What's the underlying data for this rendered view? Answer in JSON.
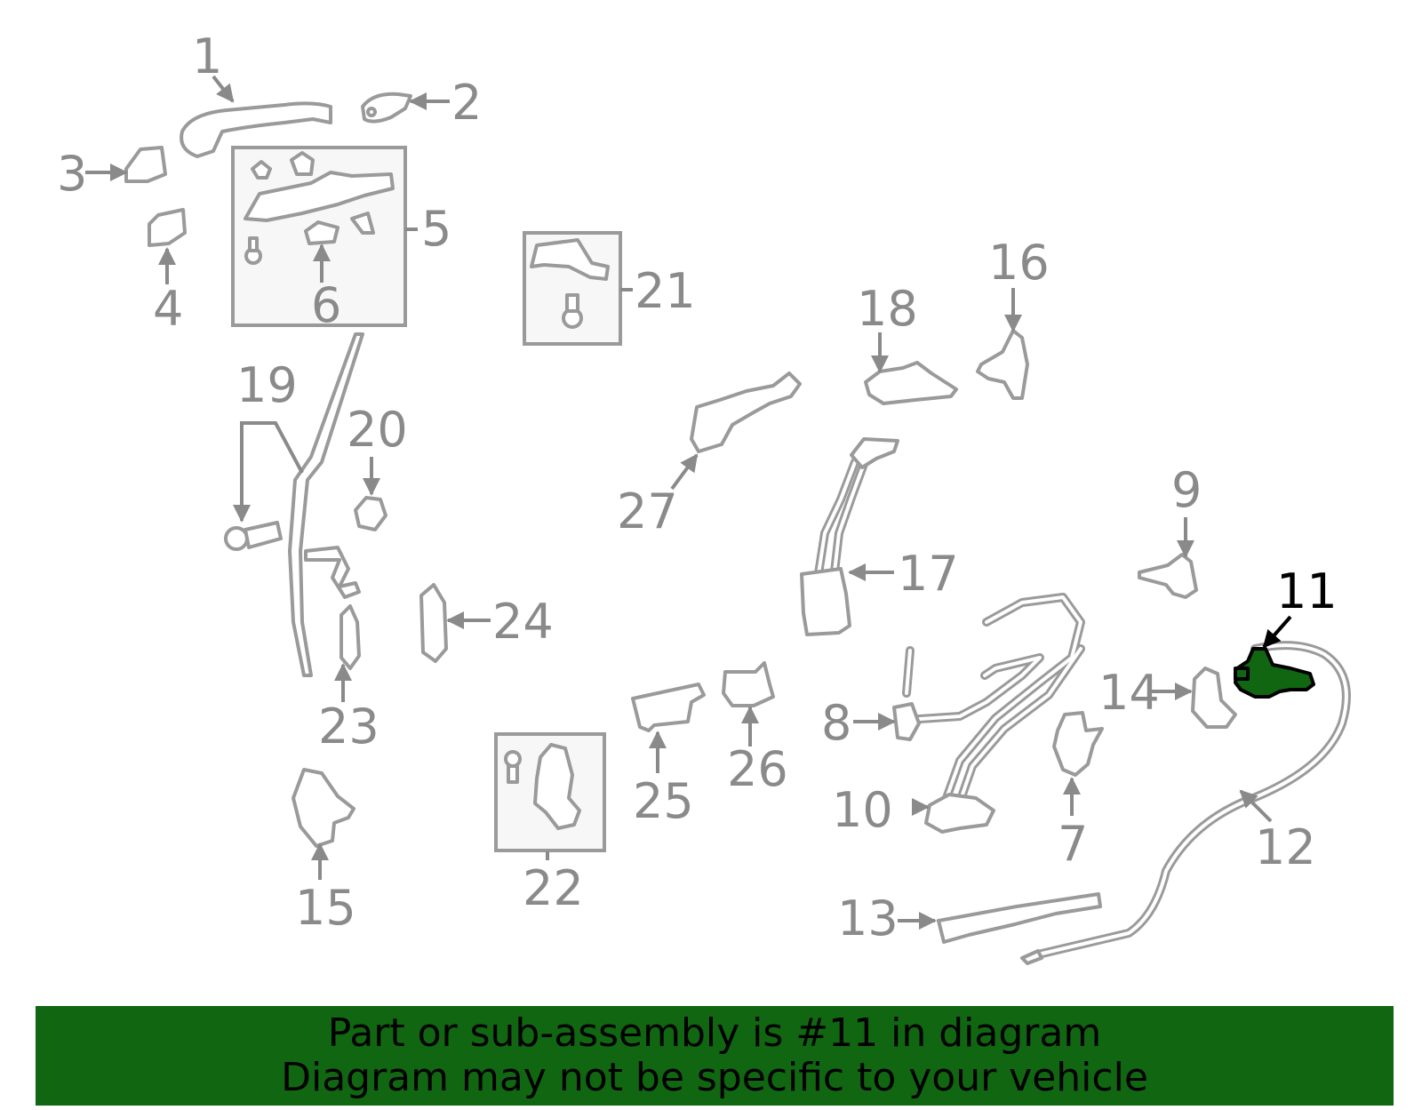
{
  "colors": {
    "banner": "#116611",
    "highlight": "#116611",
    "part_stroke": "#9a9a9a",
    "label": "#8a8a8a"
  },
  "callouts": [
    "1",
    "2",
    "3",
    "4",
    "5",
    "6",
    "7",
    "8",
    "9",
    "10",
    "11",
    "12",
    "13",
    "14",
    "15",
    "16",
    "17",
    "18",
    "19",
    "20",
    "21",
    "22",
    "23",
    "24",
    "25",
    "26",
    "27"
  ],
  "highlighted": "11",
  "banner": {
    "line1": "Part or sub-assembly is #11 in diagram",
    "line2": "Diagram may not be specific to your vehicle"
  }
}
